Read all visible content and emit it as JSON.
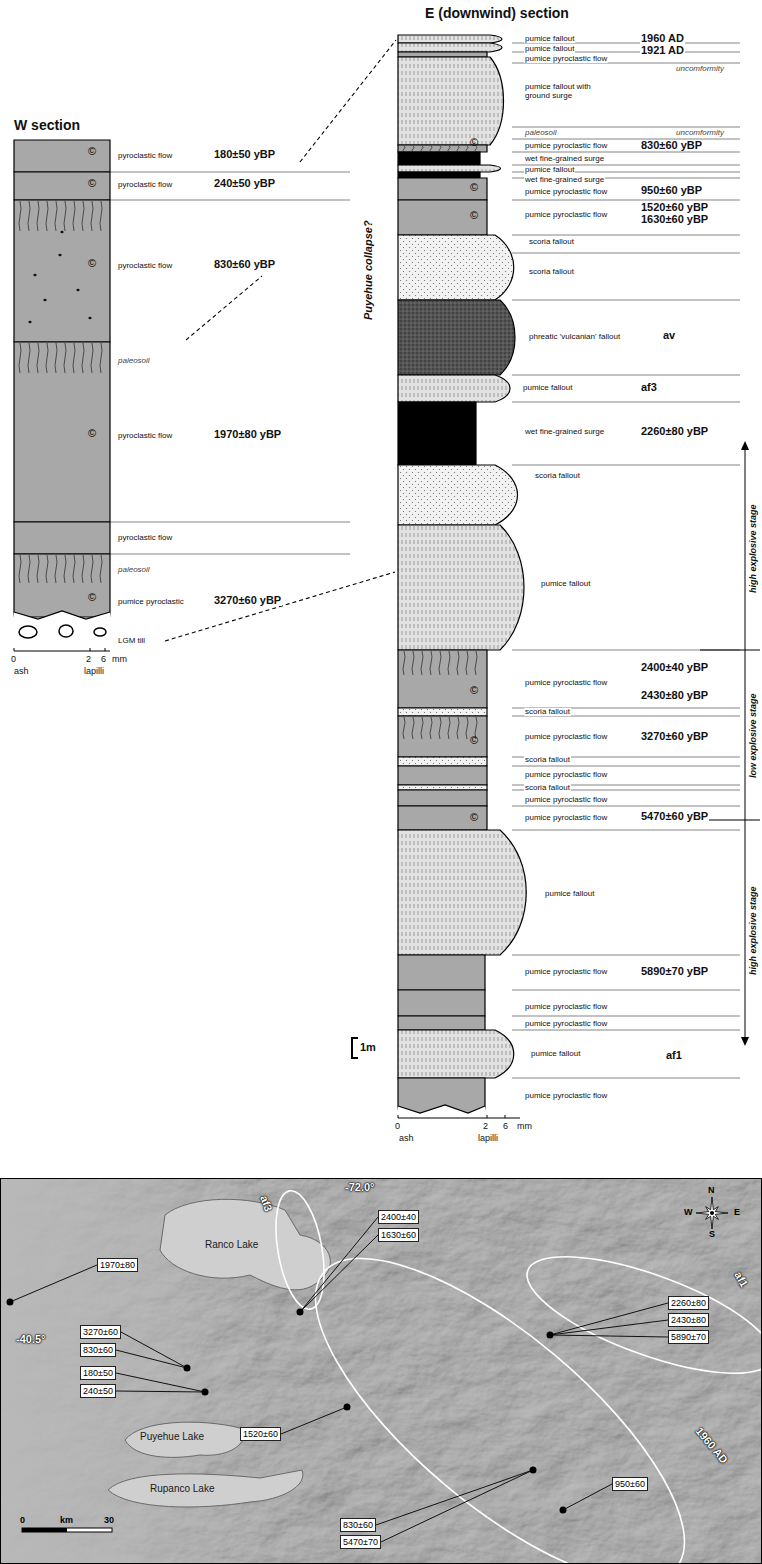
{
  "diagram": {
    "nodes": [
      {
        "text": [
          "1970±80"
        ]
      },
      {
        "text": [
          "2400±40"
        ]
      },
      {
        "text": [
          "1630±60"
        ]
      },
      {
        "text": [
          "3270±60"
        ]
      },
      {
        "text": [
          "830±60"
        ]
      },
      {
        "text": [
          "180±50"
        ]
      },
      {
        "text": [
          "240±50"
        ]
      },
      {
        "text": [
          "2260±80"
        ]
      },
      {
        "text": [
          "2430±80"
        ]
      },
      {
        "text": [
          "5890±70"
        ]
      },
      {
        "text": [
          "1520±60"
        ]
      },
      {
        "text": [
          "950±60"
        ]
      },
      {
        "text": [
          "830±60"
        ]
      },
      {
        "text": [
          "5470±70"
        ]
      }
    ],
    "labels": [
      "W section",
      "©",
      "pyroclastic flow",
      "180±50 yBP",
      "©",
      "pyroclastic flow",
      "240±50 yBP",
      "©",
      "pyroclastic flow",
      "830±60 yBP",
      "paleosoil",
      "©",
      "pyroclastic flow",
      "1970±80 yBP",
      "pyroclastic flow",
      "paleosoil",
      "©",
      "pumice pyroclastic",
      "3270±60 yBP",
      "LGM till",
      "0",
      "2",
      "6",
      "mm",
      "ash",
      "lapilli",
      "E (downwind) section",
      "pumice fallout",
      "1960 AD",
      "pumice fallout",
      "1921 AD",
      "pumice pyroclastic flow",
      "uncomformity",
      "pumice fallout with ground surge",
      "©",
      "paleosoil",
      "uncomformity",
      "pumice pyroclastic flow",
      "830±60 yBP",
      "wet fine-grained surge",
      "pumice fallout",
      "wet fine-grained surge",
      "©",
      "pumice pyroclastic flow",
      "950±60 yBP",
      "©",
      "pumice pyroclastic flow",
      "1520±60 yBP",
      "1630±60 yBP",
      "scoria fallout",
      "scoria fallout",
      "phreatic 'vulcanian' fallout",
      "av",
      "pumice fallout",
      "af3",
      "wet fine-grained surge",
      "2260±80 yBP",
      "scoria fallout",
      "pumice fallout",
      "©",
      "2400±40 yBP",
      "pumice pyroclastic flow",
      "2430±80 yBP",
      "scoria fallout",
      "©",
      "pumice pyroclastic flow",
      "3270±60 yBP",
      "scoria fallout",
      "pumice pyroclastic flow",
      "scoria fallout",
      "pumice pyroclastic flow",
      "©",
      "pumice pyroclastic flow",
      "5470±60 yBP",
      "pumice fallout",
      "pumice pyroclastic flow",
      "5890±70 yBP",
      "pumice pyroclastic flow",
      "pumice pyroclastic flow",
      "pumice fallout",
      "af1",
      "pumice pyroclastic flow",
      "Puyehue collapse?",
      "high explosive stage",
      "low explosive stage",
      "high explosive stage",
      "1m",
      "0",
      "2",
      "6",
      "mm",
      "ash",
      "lapilli",
      "-72.0°",
      "af3",
      "Ranco Lake",
      "-40.5°",
      "af1",
      "Puyehue Lake",
      "Rupanco Lake",
      "1960 AD",
      "0",
      "km",
      "30",
      "N",
      "W",
      "E",
      "S"
    ]
  }
}
